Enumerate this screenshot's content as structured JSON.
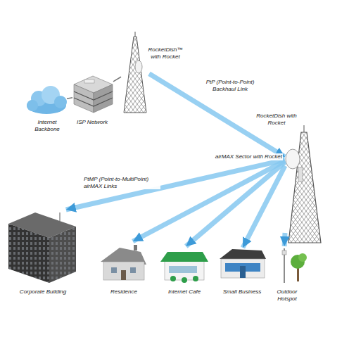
{
  "diagram": {
    "nodes": [
      {
        "text": [
          "Internet Backbone"
        ]
      },
      {
        "text": [
          "ISP Network"
        ]
      },
      {
        "text": [
          "RocketDish™ with Rocket"
        ]
      },
      {
        "text": [
          "RocketDish with Rocket",
          "airMAX Sector with Rocket"
        ]
      },
      {
        "text": [
          "Corporate Building"
        ]
      },
      {
        "text": [
          "Residence"
        ]
      },
      {
        "text": [
          "Internet Cafe"
        ]
      },
      {
        "text": [
          "Small Business"
        ]
      },
      {
        "text": [
          "Outdoor Hotspot"
        ]
      }
    ],
    "edges": [
      {
        "from": 0,
        "to": 1,
        "arrow": "none"
      },
      {
        "from": 1,
        "to": 2,
        "arrow": "none"
      },
      {
        "from": 2,
        "to": 3,
        "label": "PtP (Point-to-Point) Backhaul Link",
        "arrow": "to"
      },
      {
        "from": 3,
        "to": 4,
        "arrow": "to"
      },
      {
        "from": 3,
        "to": 5,
        "arrow": "to"
      },
      {
        "from": 3,
        "to": 6,
        "arrow": "to"
      },
      {
        "from": 3,
        "to": 7,
        "arrow": "to"
      },
      {
        "from": 3,
        "to": 8,
        "arrow": "to"
      }
    ],
    "labels": [
      "PtMP (Point-to-MultiPoint) airMAX Links"
    ]
  }
}
